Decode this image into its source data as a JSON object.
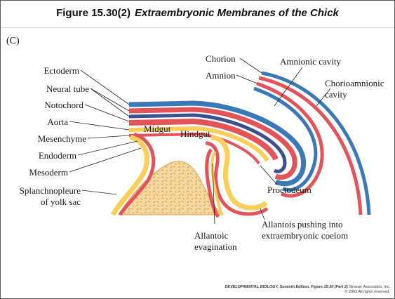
{
  "figure": {
    "title_number": "Figure 15.30(2)",
    "title_text": "Extraembryonic Membranes of the Chick",
    "panel": "(C)"
  },
  "labels": {
    "ectoderm": "Ectoderm",
    "neural_tube": "Neural tube",
    "notochord": "Notochord",
    "aorta": "Aorta",
    "mesenchyme": "Mesenchyme",
    "endoderm": "Endoderm",
    "mesoderm": "Mesoderm",
    "splanchnopleure_line1": "Splanchnopleure",
    "splanchnopleure_line2": "of yolk sac",
    "midgut": "Midgut",
    "hindgut": "Hindgut",
    "chorion": "Chorion",
    "amnion": "Amnion",
    "amnionic_cavity": "Amnionic cavity",
    "chorioamnionic_line1": "Chorioamnionic",
    "chorioamnionic_line2": "cavity",
    "proctodeum": "Proctodeum",
    "allantois_line1": "Allantois pushing into",
    "allantois_line2": "extraembryonic coelom",
    "allantoic_line1": "Allantoic",
    "allantoic_line2": "evagination"
  },
  "credit": {
    "book": "DEVELOPMENTAL BIOLOGY, Seventh Edition, Figure 15.30 (Part 2)",
    "publisher": "Sinauer Associates, Inc.",
    "rights": "© 2003 All rights reserved."
  },
  "colors": {
    "ectoderm_blue": "#3a78b8",
    "mesoderm_red": "#e2545a",
    "endoderm_yellow": "#f7cf5a",
    "notochord_navy": "#3c4f8e",
    "yolk_fill": "#f3d8a0",
    "yolk_dots": "#e0a050"
  }
}
